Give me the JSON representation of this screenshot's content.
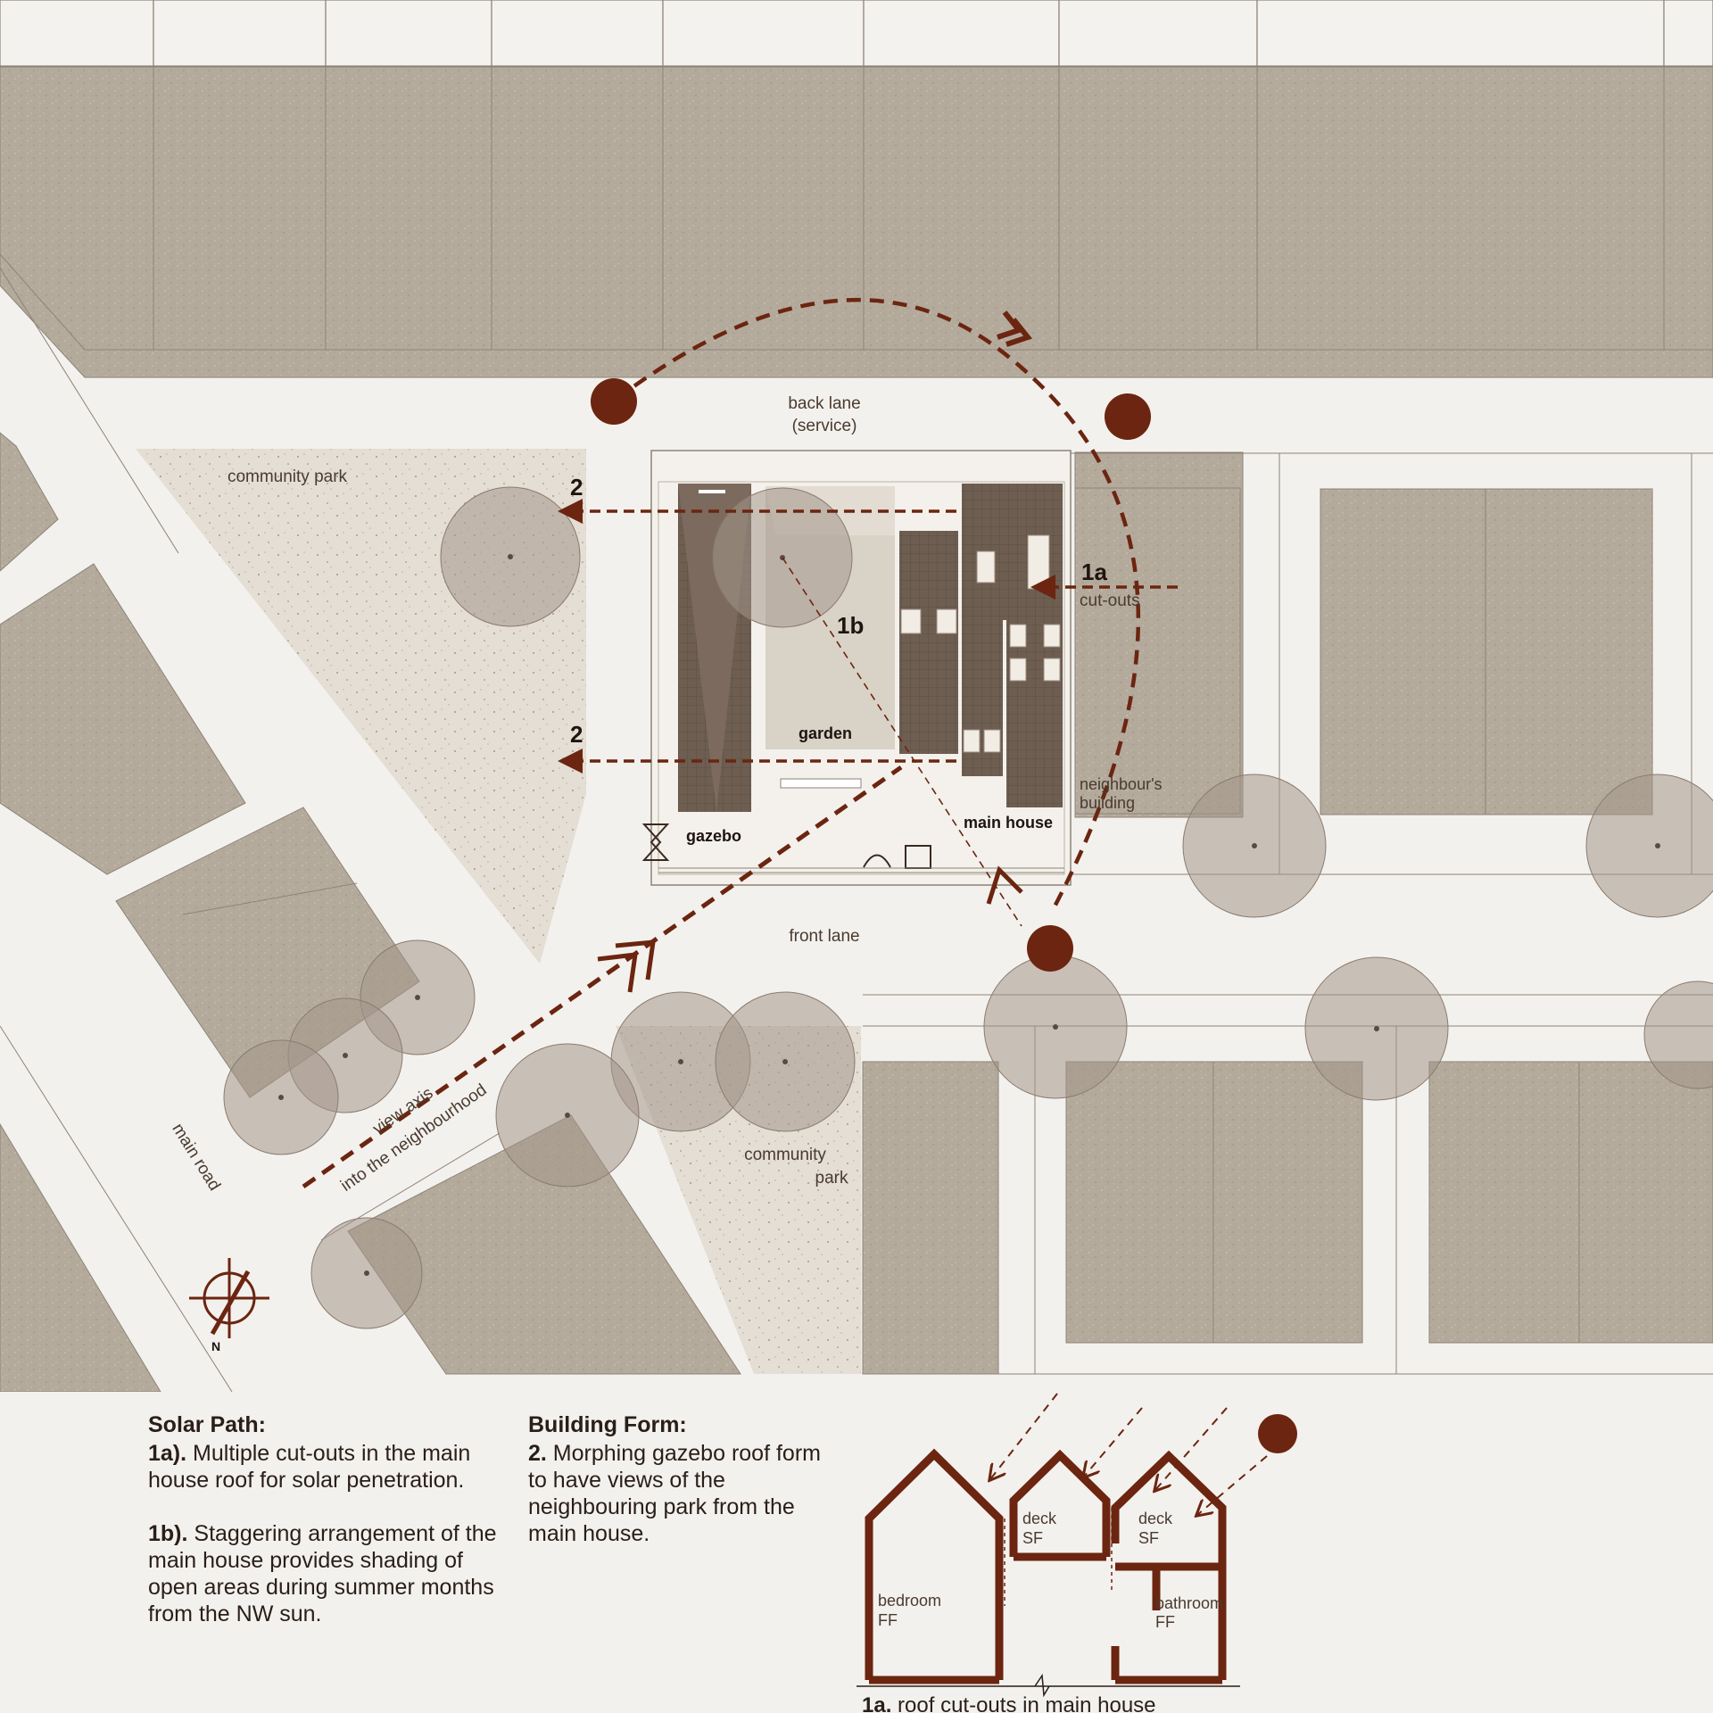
{
  "map_labels": {
    "back_lane_1": "back lane",
    "back_lane_2": "(service)",
    "front_lane": "front lane",
    "community_park_1": "community park",
    "community_park_2a": "community",
    "community_park_2b": "park",
    "main_road": "main road",
    "view_axis_1": "view axis",
    "view_axis_2": "into the neighbourhood",
    "garden": "garden",
    "gazebo": "gazebo",
    "main_house": "main house",
    "neighbours_1": "neighbour's",
    "neighbours_2": "building",
    "tag_1a": "1a",
    "tag_cutouts": "cut-outs",
    "tag_1b": "1b",
    "tag_2a": "2",
    "tag_2b": "2",
    "north": "N"
  },
  "notes": {
    "solar": {
      "heading": "Solar Path:",
      "p1_num": "1a).",
      "p1_text": " Multiple cut-outs in the main house roof for solar penetration.",
      "p2_num": "1b).",
      "p2_text": " Staggering arrangement of the main house provides shading of open areas during summer months from the NW sun."
    },
    "form": {
      "heading": "Building Form:",
      "p1_num": "2.",
      "p1_text": " Morphing gazebo roof form to have views of the neighbouring park from the main house."
    }
  },
  "section": {
    "bedroom": "bedroom",
    "bedroom_ff": "FF",
    "deck1": "deck",
    "deck1_sf": "SF",
    "deck2": "deck",
    "deck2_sf": "SF",
    "bathroom": "bathroom",
    "bathroom_ff": "FF",
    "caption_num": "1a.",
    "caption_text": " roof cut-outs in main house"
  },
  "colors": {
    "block": "#b4aa9c",
    "street": "#f3f1ed",
    "park": "#e4ded4",
    "tree": "#a4968a",
    "accent": "#6b2510",
    "building": "#6e5e52"
  }
}
